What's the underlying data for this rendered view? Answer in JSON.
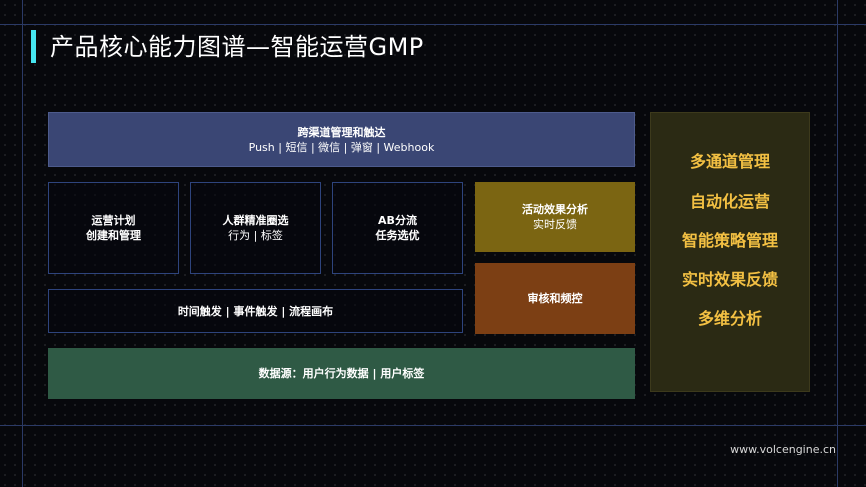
{
  "title": "产品核心能力图谱—智能运营GMP",
  "boxes": {
    "channel": {
      "title": "跨渠道管理和触达",
      "subtitle": "Push | 短信 | 微信 | 弹窗 | Webhook"
    },
    "ops_plan": {
      "line1": "运营计划",
      "line2": "创建和管理"
    },
    "crowd": {
      "title": "人群精准圈选",
      "subtitle": "行为 | 标签"
    },
    "ab": {
      "line1": "AB分流",
      "line2": "任务选优"
    },
    "effect": {
      "title": "活动效果分析",
      "subtitle": "实时反馈"
    },
    "trigger": {
      "title": "时间触发 | 事件触发 | 流程画布"
    },
    "review": {
      "title": "审核和频控"
    },
    "datasource": {
      "title": "数据源：用户行为数据 | 用户标签"
    }
  },
  "features": [
    "多通道管理",
    "自动化运营",
    "智能策略管理",
    "实时效果反馈",
    "多维分析"
  ],
  "footer": "www.volcengine.cn",
  "colors": {
    "accent": "#46e6f0",
    "channel_bg": "#3a4674",
    "effect_bg": "#7b6512",
    "review_bg": "#7c3f14",
    "datasource_bg": "#2f5a45",
    "panel_bg": "#2b2a14",
    "feature_text": "#f3c043"
  }
}
